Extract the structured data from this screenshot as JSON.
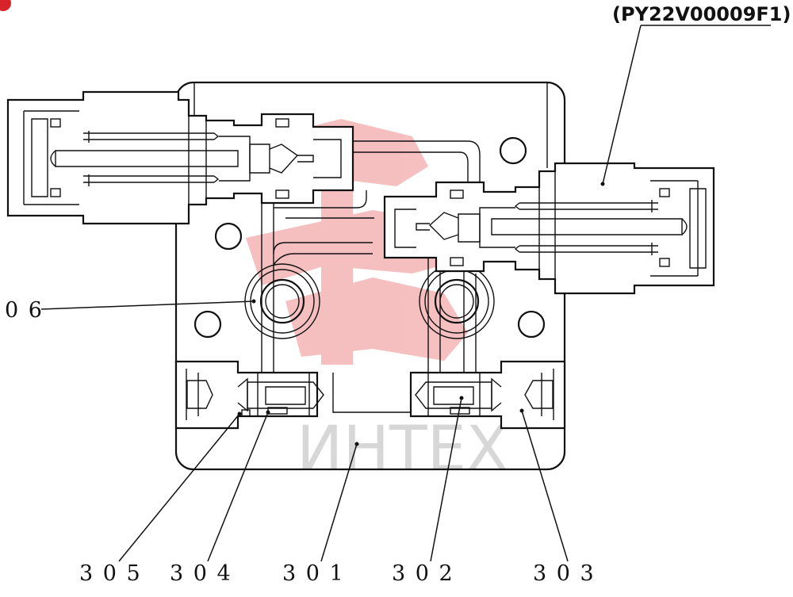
{
  "diagram": {
    "reference_code": "(PY22V00009F1)",
    "watermark_text": "ИНТЕХ",
    "callouts": [
      "3 0 5",
      "3 0 4",
      "3 0 1",
      "3 0 2",
      "3 0 3",
      "0 6"
    ],
    "colors": {
      "line": "#111111",
      "watermark_red": "#e23b3b",
      "watermark_grey": "#d7d7d7",
      "badge_red": "#d8232a"
    }
  }
}
